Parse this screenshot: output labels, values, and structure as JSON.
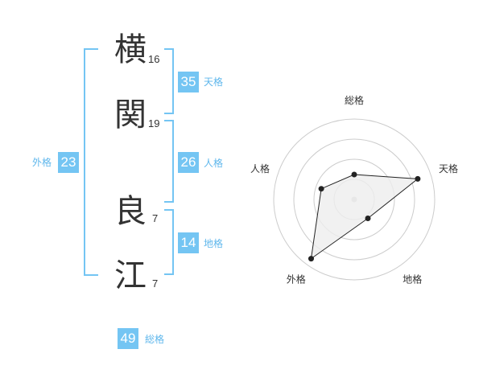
{
  "name": {
    "chars": [
      {
        "char": "横",
        "strokes": "16"
      },
      {
        "char": "関",
        "strokes": "19"
      },
      {
        "char": "良",
        "strokes": "7"
      },
      {
        "char": "江",
        "strokes": "7"
      }
    ]
  },
  "fortunes": {
    "tenkaku": {
      "value": "35",
      "label": "天格"
    },
    "jinkaku": {
      "value": "26",
      "label": "人格"
    },
    "chikaku": {
      "value": "14",
      "label": "地格"
    },
    "gaikaku": {
      "value": "23",
      "label": "外格"
    },
    "soukaku": {
      "value": "49",
      "label": "総格"
    }
  },
  "chart_data": {
    "type": "radar",
    "axes": [
      "総格",
      "天格",
      "地格",
      "外格",
      "人格"
    ],
    "values": [
      0.31,
      0.83,
      0.29,
      0.91,
      0.43
    ],
    "range": [
      0,
      1
    ],
    "rings": 4,
    "colors": {
      "line": "#222222",
      "fill": "#eeeeee",
      "grid": "#cccccc",
      "center": "#cccccc"
    }
  }
}
